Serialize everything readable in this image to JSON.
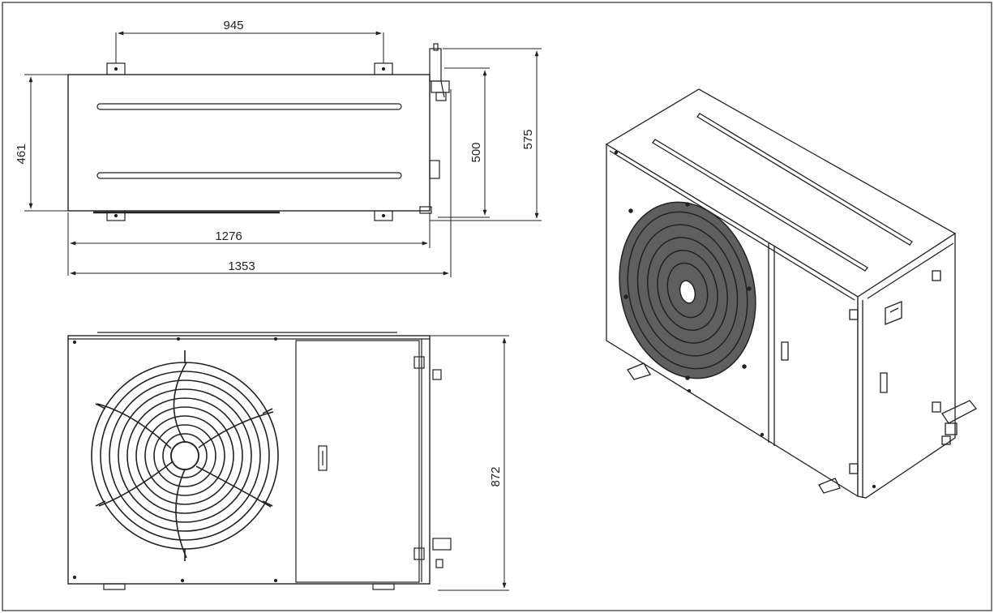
{
  "colors": {
    "line": "#222222",
    "frame": "#555555",
    "background": "#ffffff",
    "fan_fill": "#2a2a2a"
  },
  "dimensions": {
    "top_mount_spacing": "945",
    "top_depth": "461",
    "top_depth_inner": "500",
    "top_depth_total": "575",
    "width_body": "1276",
    "width_total": "1353",
    "front_height": "872"
  }
}
